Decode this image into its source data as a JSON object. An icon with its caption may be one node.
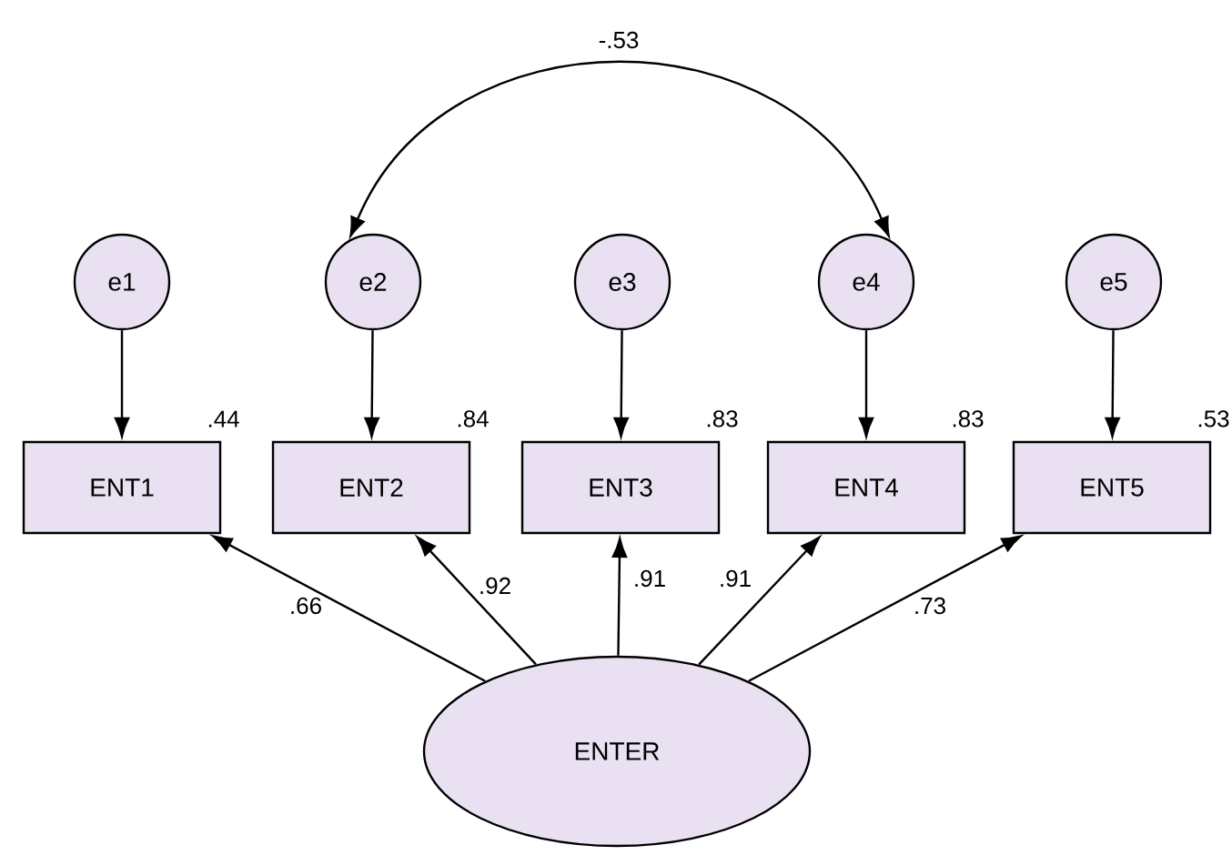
{
  "diagram": {
    "nodes": [
      {
        "text": [
          "e1"
        ]
      },
      {
        "text": [
          "e2"
        ]
      },
      {
        "text": [
          "e3"
        ]
      },
      {
        "text": [
          "e4"
        ]
      },
      {
        "text": [
          "e5"
        ]
      },
      {
        "text": [
          "ENT1"
        ],
        "beside": [
          ".44"
        ]
      },
      {
        "text": [
          "ENT2"
        ],
        "beside": [
          ".84"
        ]
      },
      {
        "text": [
          "ENT3"
        ],
        "beside": [
          ".83"
        ]
      },
      {
        "text": [
          "ENT4"
        ],
        "beside": [
          ".83"
        ]
      },
      {
        "text": [
          "ENT5"
        ],
        "beside": [
          ".53"
        ]
      },
      {
        "text": [
          "ENTER"
        ]
      }
    ],
    "edges": [
      {
        "from": 0,
        "to": 5,
        "arrow": "to"
      },
      {
        "from": 1,
        "to": 6,
        "arrow": "to"
      },
      {
        "from": 2,
        "to": 7,
        "arrow": "to"
      },
      {
        "from": 3,
        "to": 8,
        "arrow": "to"
      },
      {
        "from": 4,
        "to": 9,
        "arrow": "to"
      },
      {
        "from": 10,
        "to": 5,
        "arrow": "to",
        "label": ".66"
      },
      {
        "from": 10,
        "to": 6,
        "arrow": "to",
        "label": ".92"
      },
      {
        "from": 10,
        "to": 7,
        "arrow": "to",
        "label": ".91"
      },
      {
        "from": 10,
        "to": 8,
        "arrow": "to",
        "label": ".91"
      },
      {
        "from": 10,
        "to": 9,
        "arrow": "to",
        "label": ".73"
      },
      {
        "from": 1,
        "to": 3,
        "arrow": "both",
        "label": "-.53"
      }
    ]
  }
}
